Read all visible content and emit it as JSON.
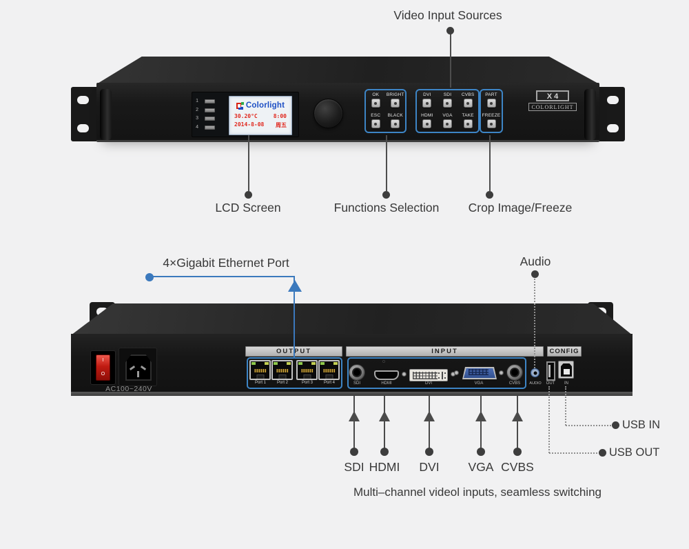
{
  "colors": {
    "background": "#f1f1f2",
    "annotation_text": "#383838",
    "annotation_line_gray": "#4d4d4d",
    "accent_blue": "#3b79bd",
    "group_outline_blue": "#3d85c6",
    "lcd_brand_blue": "#1d4fc4",
    "lcd_text_red": "#e0261c",
    "power_switch_red": "#c01b12"
  },
  "annotations": {
    "video_input_sources": "Video Input Sources",
    "lcd_screen": "LCD Screen",
    "functions_selection": "Functions Selection",
    "crop_image_freeze": "Crop Image/Freeze",
    "gigabit_ethernet": "4×Gigabit Ethernet Port",
    "audio": "Audio",
    "usb_in": "USB IN",
    "usb_out": "USB OUT",
    "input_arrows": [
      "SDI",
      "HDMI",
      "DVI",
      "VGA",
      "CVBS"
    ],
    "caption": "Multi–channel videol inputs, seamless switching"
  },
  "front_panel": {
    "indicator_numbers": [
      "1",
      "2",
      "3",
      "4"
    ],
    "lcd": {
      "brand": "Colorlight",
      "temperature": "30.20°C",
      "time": "8:00",
      "date": "2014-8-08",
      "weekday": "周五"
    },
    "button_group_1": {
      "row1": [
        "OK",
        "BRIGHT"
      ],
      "row2": [
        "ESC",
        "BLACK"
      ]
    },
    "button_group_2": {
      "row1": [
        "DVI",
        "SDI",
        "CVBS"
      ],
      "row2": [
        "HDMI",
        "VGA",
        "TAKE"
      ]
    },
    "button_group_3": {
      "row1": [
        "PART"
      ],
      "row2": [
        "FREEZE"
      ]
    },
    "logo": {
      "model": "X4",
      "brand": "COLORLIGHT"
    }
  },
  "back_panel": {
    "power_rating": "AC100~240V",
    "switch_on": "I",
    "switch_off": "O",
    "output_section": {
      "title": "OUTPUT",
      "ports": [
        "Port 1",
        "Port 2",
        "Port 3",
        "Port 4"
      ]
    },
    "input_section": {
      "title": "INPUT",
      "connectors": [
        "SDI",
        "HDMI",
        "DVI",
        "VGA",
        "CVBS",
        "AUDIO"
      ]
    },
    "config_section": {
      "title": "CONFIG",
      "ports": [
        "OUT",
        "IN"
      ]
    }
  }
}
